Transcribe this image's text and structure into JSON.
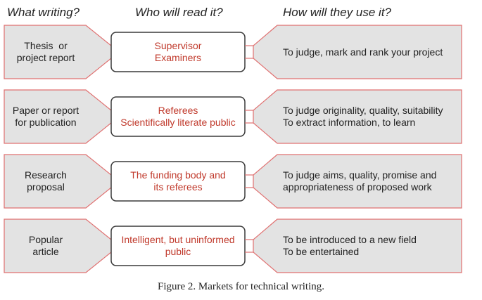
{
  "headers": {
    "col1": "What writing?",
    "col2": "Who will read it?",
    "col3": "How will they use it?"
  },
  "rows": [
    {
      "writing": [
        "Thesis  or",
        "project report"
      ],
      "readers": [
        "Supervisor",
        "Examiners"
      ],
      "use": [
        "To judge, mark and rank your project"
      ]
    },
    {
      "writing": [
        "Paper or report",
        "for publication"
      ],
      "readers": [
        "Referees",
        "Scientifically literate public"
      ],
      "use": [
        "To judge originality, quality, suitability",
        "To extract information, to learn"
      ]
    },
    {
      "writing": [
        "Research",
        "proposal"
      ],
      "readers": [
        "The funding body and",
        "its referees"
      ],
      "use": [
        "To judge aims, quality, promise and",
        "appropriateness of proposed work"
      ]
    },
    {
      "writing": [
        "Popular",
        "article"
      ],
      "readers": [
        "Intelligent, but uninformed",
        "public"
      ],
      "use": [
        "To be introduced to a new field",
        "To be entertained"
      ]
    }
  ],
  "caption": "Figure 2. Markets for technical writing.",
  "colors": {
    "shape_fill": "#e3e3e3",
    "shape_stroke": "#e07070",
    "box_stroke": "#3a3a3a",
    "reader_text": "#c0392b"
  }
}
